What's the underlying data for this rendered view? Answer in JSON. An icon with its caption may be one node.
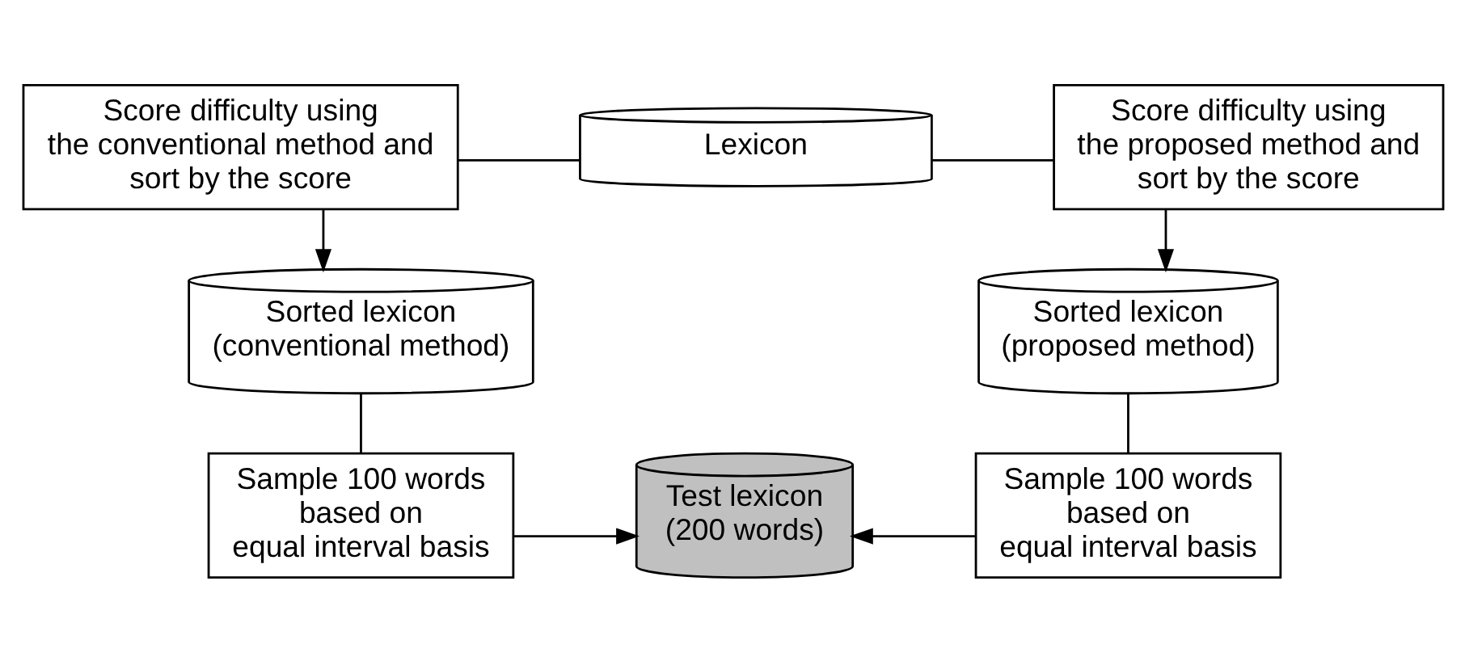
{
  "diagram": {
    "nodes": [
      {
        "text": [
          "Score difficulty using the conventional method and sort by the score"
        ]
      },
      {
        "text": [
          "Lexicon"
        ]
      },
      {
        "text": [
          "Score difficulty using the proposed method and sort by the score"
        ]
      },
      {
        "text": [
          "Sorted lexicon",
          "(conventional method)"
        ]
      },
      {
        "text": [
          "Sorted lexicon",
          "(proposed method)"
        ]
      },
      {
        "text": [
          "Sample 100 words based on equal interval basis"
        ]
      },
      {
        "text": [
          "Test lexicon",
          "(200 words)"
        ]
      },
      {
        "text": [
          "Sample 100 words based on equal interval basis"
        ]
      }
    ],
    "edges": [
      {
        "from": 0,
        "to": 1,
        "arrow": "none"
      },
      {
        "from": 1,
        "to": 2,
        "arrow": "none"
      },
      {
        "from": 0,
        "to": 3,
        "arrow": "to"
      },
      {
        "from": 2,
        "to": 4,
        "arrow": "to"
      },
      {
        "from": 3,
        "to": 5,
        "arrow": "none"
      },
      {
        "from": 4,
        "to": 7,
        "arrow": "none"
      },
      {
        "from": 5,
        "to": 6,
        "arrow": "to"
      },
      {
        "from": 7,
        "to": 6,
        "arrow": "to"
      }
    ]
  }
}
